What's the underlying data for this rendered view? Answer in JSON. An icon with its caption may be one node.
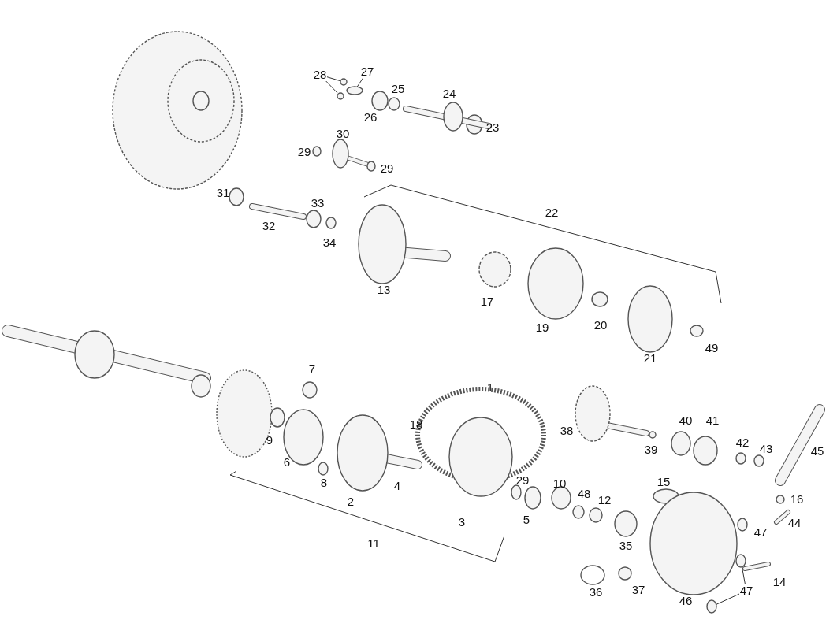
{
  "diagram": {
    "nodes": [
      {
        "text": [
          "28"
        ]
      },
      {
        "text": [
          "27"
        ]
      },
      {
        "text": [
          "47"
        ]
      },
      {
        "text": [],
        "shape": "circle"
      },
      {
        "text": [],
        "shape": "circle"
      },
      {
        "text": [],
        "shape": "circle"
      },
      {
        "text": [],
        "shape": "circle"
      },
      {
        "text": [],
        "shape": "circle"
      }
    ],
    "edges": [
      {
        "from": 0,
        "to": 3,
        "arrow": "none"
      },
      {
        "from": 0,
        "to": 4,
        "arrow": "none"
      },
      {
        "from": 1,
        "to": 5,
        "arrow": "none"
      },
      {
        "from": 2,
        "to": 6,
        "arrow": "none"
      },
      {
        "from": 2,
        "to": 7,
        "arrow": "none"
      }
    ],
    "labels": [
      "25",
      "24",
      "26",
      "23",
      "30",
      "29",
      "29",
      "22",
      "31",
      "33",
      "32",
      "34",
      "13",
      "17",
      "19",
      "20",
      "49",
      "21",
      "7",
      "1",
      "18",
      "38",
      "40",
      "41",
      "9",
      "42",
      "43",
      "45",
      "39",
      "6",
      "29",
      "10",
      "48",
      "12",
      "15",
      "8",
      "4",
      "2",
      "5",
      "3",
      "16",
      "47",
      "44",
      "35",
      "11",
      "14",
      "36",
      "37",
      "46"
    ]
  }
}
